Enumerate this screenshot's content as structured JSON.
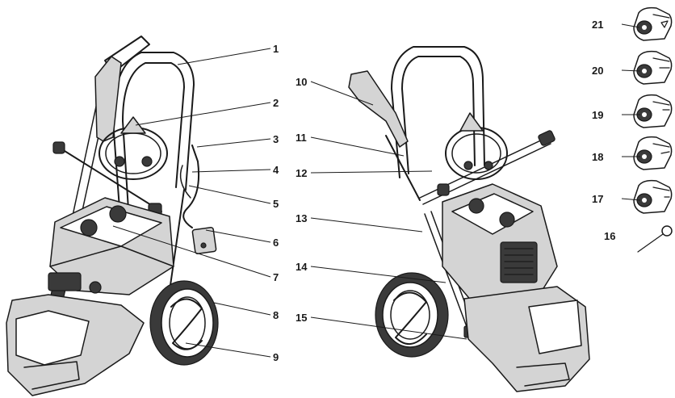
{
  "callouts": [
    {
      "id": "1",
      "label": "1"
    },
    {
      "id": "2",
      "label": "2"
    },
    {
      "id": "3",
      "label": "3"
    },
    {
      "id": "4",
      "label": "4"
    },
    {
      "id": "5",
      "label": "5"
    },
    {
      "id": "6",
      "label": "6"
    },
    {
      "id": "7",
      "label": "7"
    },
    {
      "id": "8",
      "label": "8"
    },
    {
      "id": "9",
      "label": "9"
    },
    {
      "id": "10",
      "label": "10"
    },
    {
      "id": "11",
      "label": "11"
    },
    {
      "id": "12",
      "label": "12"
    },
    {
      "id": "13",
      "label": "13"
    },
    {
      "id": "14",
      "label": "14"
    },
    {
      "id": "15",
      "label": "15"
    },
    {
      "id": "16",
      "label": "16"
    },
    {
      "id": "17",
      "label": "17"
    },
    {
      "id": "18",
      "label": "18"
    },
    {
      "id": "19",
      "label": "19"
    },
    {
      "id": "20",
      "label": "20"
    },
    {
      "id": "21",
      "label": "21"
    }
  ],
  "colors": {
    "ink": "#1a1a1a",
    "shade": "#d4d4d4",
    "background": "#ffffff"
  }
}
